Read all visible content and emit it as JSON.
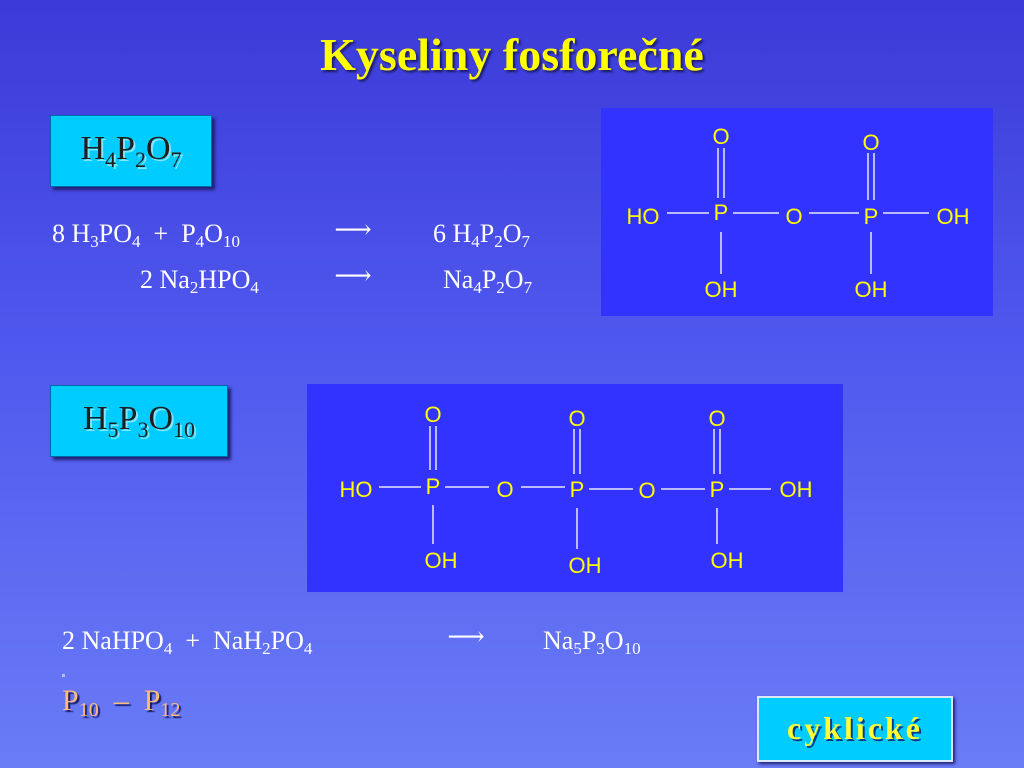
{
  "title": "Kyseliny fosforečné",
  "acid1": {
    "label": [
      "H",
      "4",
      "P",
      "2",
      "O",
      "7"
    ]
  },
  "acid2": {
    "label": [
      "H",
      "5",
      "P",
      "3",
      "O",
      "10"
    ]
  },
  "reaction1": {
    "coef1": "8 H",
    "s1": "3",
    "t1": "PO",
    "s2": "4",
    "plus": "+",
    "t2": "P",
    "s3": "4",
    "t3": "O",
    "s4": "10",
    "arrow": "⟶",
    "p1": "6 H",
    "ps1": "4",
    "p2": "P",
    "ps2": "2",
    "p3": "O",
    "ps3": "7"
  },
  "reaction2": {
    "coef1": "2 Na",
    "s1": "2",
    "t1": "HPO",
    "s2": "4",
    "arrow": "⟶",
    "p1": "Na",
    "ps1": "4",
    "p2": "P",
    "ps2": "2",
    "p3": "O",
    "ps3": "7"
  },
  "reaction3": {
    "coef1": "2 NaHPO",
    "s1": "4",
    "plus": "+",
    "t1": "NaH",
    "s2": "2",
    "t2": "PO",
    "s3": "4",
    "arrow": "⟶",
    "p1": "Na",
    "ps1": "5",
    "p2": "P",
    "ps2": "3",
    "p3": "O",
    "ps3": "10"
  },
  "p_range": {
    "a": "P",
    "as": "10",
    "dash": "–",
    "b": "P",
    "bs": "12"
  },
  "cyclic_button": "cyklické",
  "struct1": {
    "O": "O",
    "P": "P",
    "HO": "HO",
    "OH": "OH"
  },
  "struct2": {
    "O": "O",
    "P": "P",
    "HO": "HO",
    "OH": "OH"
  },
  "colors": {
    "background": "#4f58ee",
    "title": "#ffff00",
    "tag": "#00ccff",
    "structure_bg": "#3333ff",
    "atom": "#ffff00",
    "range": "#ffbb77"
  }
}
